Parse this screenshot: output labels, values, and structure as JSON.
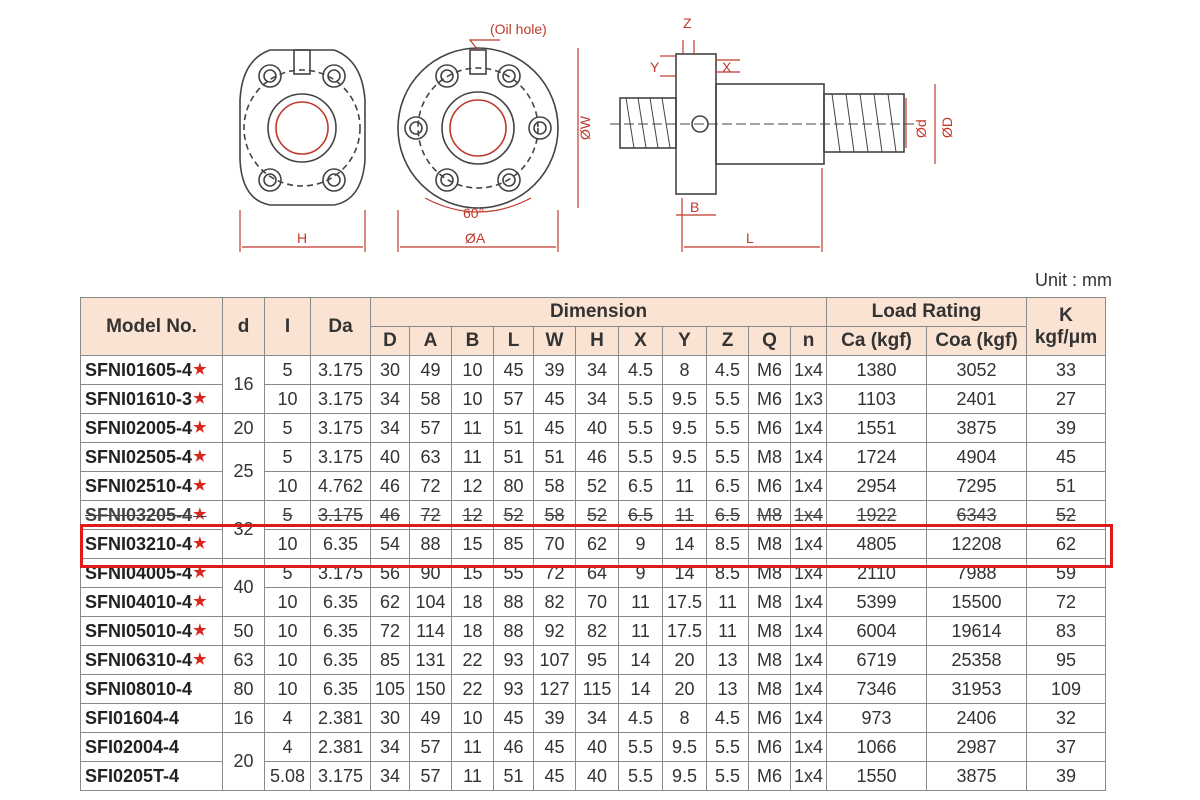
{
  "diagram": {
    "oil_hole": "(Oil hole)",
    "angle": "60°",
    "labels": {
      "H": "H",
      "A": "ØA",
      "W": "ØW",
      "B": "B",
      "L": "L",
      "Z": "Z",
      "Y": "Y",
      "X": "X",
      "d": "Ød",
      "D": "ØD"
    }
  },
  "unit": "Unit : mm",
  "table": {
    "header": {
      "model": "Model No.",
      "d": "d",
      "I": "I",
      "Da": "Da",
      "dimension": "Dimension",
      "load_rating": "Load Rating",
      "k": "K",
      "k_unit": "kgf/μm",
      "dims": [
        "D",
        "A",
        "B",
        "L",
        "W",
        "H",
        "X",
        "Y",
        "Z",
        "Q",
        "n"
      ],
      "loads": [
        "Ca (kgf)",
        "Coa (kgf)"
      ]
    },
    "rows": [
      {
        "model": "SFNI01605-4",
        "star": "★",
        "d": "16",
        "I": "5",
        "Da": "3.175",
        "D": "30",
        "A": "49",
        "B": "10",
        "L": "45",
        "W": "39",
        "H": "34",
        "X": "4.5",
        "Y": "8",
        "Z": "4.5",
        "Q": "M6",
        "n": "1x4",
        "Ca": "1380",
        "Coa": "3052",
        "K": "33"
      },
      {
        "model": "SFNI01610-3",
        "star": "★",
        "d": "",
        "I": "10",
        "Da": "3.175",
        "D": "34",
        "A": "58",
        "B": "10",
        "L": "57",
        "W": "45",
        "H": "34",
        "X": "5.5",
        "Y": "9.5",
        "Z": "5.5",
        "Q": "M6",
        "n": "1x3",
        "Ca": "1103",
        "Coa": "2401",
        "K": "27"
      },
      {
        "model": "SFNI02005-4",
        "star": "★",
        "d": "20",
        "I": "5",
        "Da": "3.175",
        "D": "34",
        "A": "57",
        "B": "11",
        "L": "51",
        "W": "45",
        "H": "40",
        "X": "5.5",
        "Y": "9.5",
        "Z": "5.5",
        "Q": "M6",
        "n": "1x4",
        "Ca": "1551",
        "Coa": "3875",
        "K": "39"
      },
      {
        "model": "SFNI02505-4",
        "star": "★",
        "d": "25",
        "I": "5",
        "Da": "3.175",
        "D": "40",
        "A": "63",
        "B": "11",
        "L": "51",
        "W": "51",
        "H": "46",
        "X": "5.5",
        "Y": "9.5",
        "Z": "5.5",
        "Q": "M8",
        "n": "1x4",
        "Ca": "1724",
        "Coa": "4904",
        "K": "45"
      },
      {
        "model": "SFNI02510-4",
        "star": "★",
        "d": "",
        "I": "10",
        "Da": "4.762",
        "D": "46",
        "A": "72",
        "B": "12",
        "L": "80",
        "W": "58",
        "H": "52",
        "X": "6.5",
        "Y": "11",
        "Z": "6.5",
        "Q": "M6",
        "n": "1x4",
        "Ca": "2954",
        "Coa": "7295",
        "K": "51"
      },
      {
        "model": "SFNI03205-4",
        "star": "★",
        "d": "32",
        "I": "5",
        "Da": "3.175",
        "D": "46",
        "A": "72",
        "B": "12",
        "L": "52",
        "W": "58",
        "H": "52",
        "X": "6.5",
        "Y": "11",
        "Z": "6.5",
        "Q": "M8",
        "n": "1x4",
        "Ca": "1922",
        "Coa": "6343",
        "K": "52"
      },
      {
        "model": "SFNI03210-4",
        "star": "★",
        "d": "",
        "I": "10",
        "Da": "6.35",
        "D": "54",
        "A": "88",
        "B": "15",
        "L": "85",
        "W": "70",
        "H": "62",
        "X": "9",
        "Y": "14",
        "Z": "8.5",
        "Q": "M8",
        "n": "1x4",
        "Ca": "4805",
        "Coa": "12208",
        "K": "62"
      },
      {
        "model": "SFNI04005-4",
        "star": "★",
        "d": "40",
        "I": "5",
        "Da": "3.175",
        "D": "56",
        "A": "90",
        "B": "15",
        "L": "55",
        "W": "72",
        "H": "64",
        "X": "9",
        "Y": "14",
        "Z": "8.5",
        "Q": "M8",
        "n": "1x4",
        "Ca": "2110",
        "Coa": "7988",
        "K": "59"
      },
      {
        "model": "SFNI04010-4",
        "star": "★",
        "d": "",
        "I": "10",
        "Da": "6.35",
        "D": "62",
        "A": "104",
        "B": "18",
        "L": "88",
        "W": "82",
        "H": "70",
        "X": "11",
        "Y": "17.5",
        "Z": "11",
        "Q": "M8",
        "n": "1x4",
        "Ca": "5399",
        "Coa": "15500",
        "K": "72"
      },
      {
        "model": "SFNI05010-4",
        "star": "★",
        "d": "50",
        "I": "10",
        "Da": "6.35",
        "D": "72",
        "A": "114",
        "B": "18",
        "L": "88",
        "W": "92",
        "H": "82",
        "X": "11",
        "Y": "17.5",
        "Z": "11",
        "Q": "M8",
        "n": "1x4",
        "Ca": "6004",
        "Coa": "19614",
        "K": "83"
      },
      {
        "model": "SFNI06310-4",
        "star": "★",
        "d": "63",
        "I": "10",
        "Da": "6.35",
        "D": "85",
        "A": "131",
        "B": "22",
        "L": "93",
        "W": "107",
        "H": "95",
        "X": "14",
        "Y": "20",
        "Z": "13",
        "Q": "M8",
        "n": "1x4",
        "Ca": "6719",
        "Coa": "25358",
        "K": "95"
      },
      {
        "model": "SFNI08010-4",
        "star": "",
        "d": "80",
        "I": "10",
        "Da": "6.35",
        "D": "105",
        "A": "150",
        "B": "22",
        "L": "93",
        "W": "127",
        "H": "115",
        "X": "14",
        "Y": "20",
        "Z": "13",
        "Q": "M8",
        "n": "1x4",
        "Ca": "7346",
        "Coa": "31953",
        "K": "109"
      },
      {
        "model": "SFI01604-4",
        "star": "",
        "d": "16",
        "I": "4",
        "Da": "2.381",
        "D": "30",
        "A": "49",
        "B": "10",
        "L": "45",
        "W": "39",
        "H": "34",
        "X": "4.5",
        "Y": "8",
        "Z": "4.5",
        "Q": "M6",
        "n": "1x4",
        "Ca": "973",
        "Coa": "2406",
        "K": "32"
      },
      {
        "model": "SFI02004-4",
        "star": "",
        "d": "20",
        "I": "4",
        "Da": "2.381",
        "D": "34",
        "A": "57",
        "B": "11",
        "L": "46",
        "W": "45",
        "H": "40",
        "X": "5.5",
        "Y": "9.5",
        "Z": "5.5",
        "Q": "M6",
        "n": "1x4",
        "Ca": "1066",
        "Coa": "2987",
        "K": "37"
      },
      {
        "model": "SFI0205T-4",
        "star": "",
        "d": "",
        "I": "5.08",
        "Da": "3.175",
        "D": "34",
        "A": "57",
        "B": "11",
        "L": "51",
        "W": "45",
        "H": "40",
        "X": "5.5",
        "Y": "9.5",
        "Z": "5.5",
        "Q": "M6",
        "n": "1x4",
        "Ca": "1550",
        "Coa": "3875",
        "K": "39"
      }
    ],
    "struck_row": 5,
    "highlighted_row": 6,
    "highlight_color": "#e01a1a",
    "header_bg": "#fbe3d3",
    "accent": "#c0392b"
  }
}
